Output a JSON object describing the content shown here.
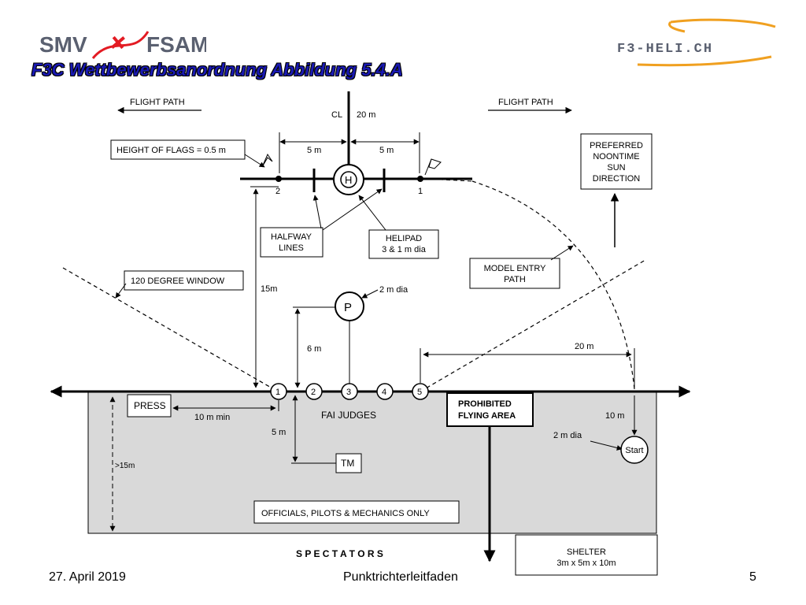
{
  "logos": {
    "smv_left": "SMV",
    "smv_right": "FSAM",
    "heli": "F3-HELI.CH"
  },
  "title": "F3C Wettbewerbsanordnung  Abbildung 5.4.A",
  "diagram": {
    "flight_path_left": "FLIGHT PATH",
    "flight_path_right": "FLIGHT PATH",
    "cl": "CL",
    "cl_distance": "20 m",
    "flag_height": "HEIGHT OF FLAGS = 0.5 m",
    "dist_5m_left": "5 m",
    "dist_5m_right": "5 m",
    "helipad_symbol": "H",
    "flag_2": "2",
    "flag_1": "1",
    "preferred_sun": [
      "PREFERRED",
      "NOONTIME",
      "SUN",
      "DIRECTION"
    ],
    "halfway_lines": [
      "HALFWAY",
      "LINES"
    ],
    "helipad": [
      "HELIPAD",
      "3 & 1 m dia"
    ],
    "model_entry_path": [
      "MODEL ENTRY",
      "PATH"
    ],
    "window_120": "120 DEGREE WINDOW",
    "dist_15m": "15m",
    "p_symbol": "P",
    "p_dia": "2 m dia",
    "dist_6m": "6 m",
    "dist_20m": "20 m",
    "judges": [
      "1",
      "2",
      "3",
      "4",
      "5"
    ],
    "press": "PRESS",
    "dist_10m_min": "10 m min",
    "fai_judges": "FAI JUDGES",
    "prohibited": [
      "PROHIBITED",
      "FLYING AREA"
    ],
    "dist_10m": "10 m",
    "start_dia": "2 m dia",
    "start": "Start",
    "dist_5m_tm": "5 m",
    "tm": "TM",
    "dist_gt15m": ">15m",
    "officials": "OFFICIALS, PILOTS & MECHANICS ONLY",
    "spectators": "S P E C T A T O R S",
    "shelter": [
      "SHELTER",
      "3m x 5m x 10m"
    ]
  },
  "footer": {
    "date": "27. April 2019",
    "center": "Punktrichterleitfaden",
    "page": "5"
  },
  "colors": {
    "title_blue": "#1a1ab4",
    "logo_red": "#e31b23",
    "logo_gray": "#5a6070",
    "heli_orange": "#f0a020",
    "field_gray": "#d9d9d9"
  }
}
